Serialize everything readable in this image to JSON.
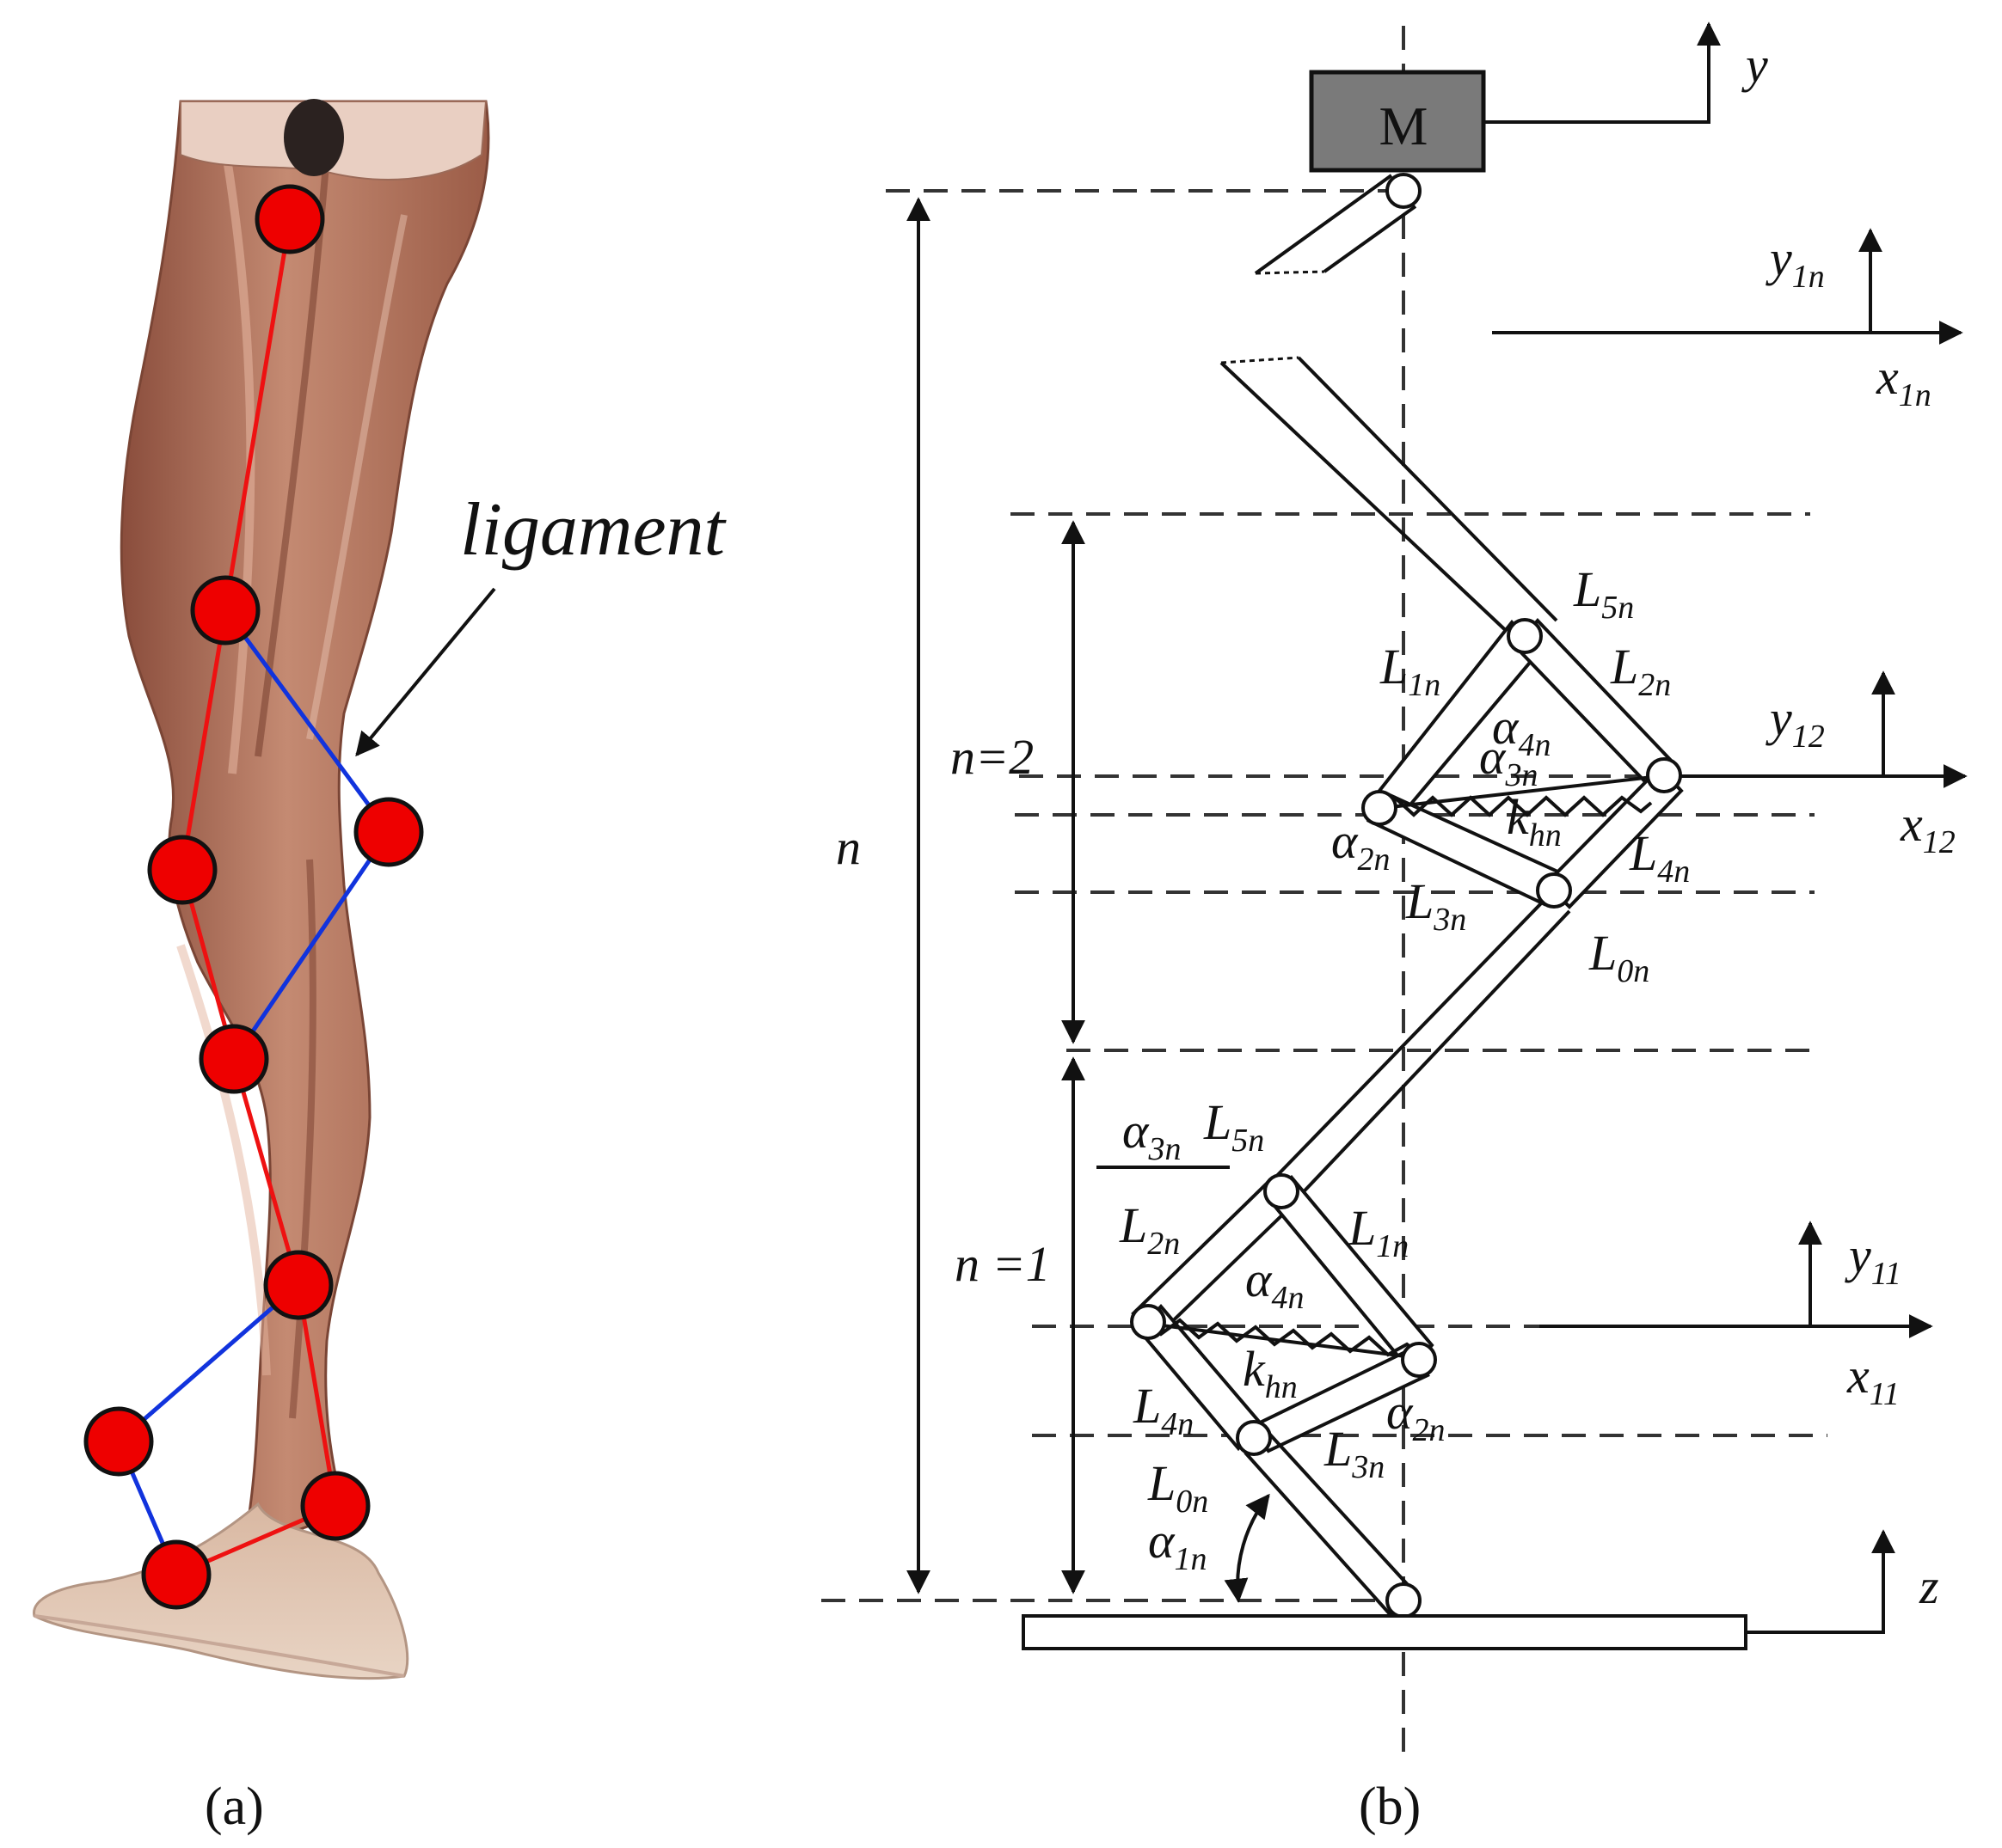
{
  "panel_a": {
    "caption": "(a)",
    "ligament_label": "ligament",
    "colors": {
      "bone_chain": "#ee1111",
      "ligament": "#1133dd",
      "joint_fill": "#ee0000",
      "skin": "#b57a60"
    }
  },
  "panel_b": {
    "caption": "(b)",
    "mass_label": "M",
    "axes": {
      "top": {
        "y": "y"
      },
      "frame1n": {
        "y_main": "y",
        "y_sub": "1n",
        "x_main": "x",
        "x_sub": "1n"
      },
      "frame12": {
        "y_main": "y",
        "y_sub": "12",
        "x_main": "x",
        "x_sub": "12"
      },
      "frame11": {
        "y_main": "y",
        "y_sub": "11",
        "x_main": "x",
        "x_sub": "11"
      },
      "ground": {
        "z": "z"
      }
    },
    "height_label": "n",
    "stage_labels": {
      "upper": "n=2",
      "lower": "n =1"
    },
    "upper_labels": {
      "L5": {
        "main": "L",
        "sub": "5n"
      },
      "L1": {
        "main": "L",
        "sub": "1n"
      },
      "L2": {
        "main": "L",
        "sub": "2n"
      },
      "a4": {
        "main": "α",
        "sub": "4n"
      },
      "a3": {
        "main": "α",
        "sub": "3n"
      },
      "k": {
        "main": "k",
        "sub": "hn"
      },
      "a2": {
        "main": "α",
        "sub": "2n"
      },
      "L4": {
        "main": "L",
        "sub": "4n"
      },
      "L3": {
        "main": "L",
        "sub": "3n"
      },
      "L0": {
        "main": "L",
        "sub": "0n"
      }
    },
    "lower_labels": {
      "a3": {
        "main": "α",
        "sub": "3n"
      },
      "L5": {
        "main": "L",
        "sub": "5n"
      },
      "L2": {
        "main": "L",
        "sub": "2n"
      },
      "L1": {
        "main": "L",
        "sub": "1n"
      },
      "a4": {
        "main": "α",
        "sub": "4n"
      },
      "k": {
        "main": "k",
        "sub": "hn"
      },
      "L4": {
        "main": "L",
        "sub": "4n"
      },
      "a2": {
        "main": "α",
        "sub": "2n"
      },
      "L3": {
        "main": "L",
        "sub": "3n"
      },
      "L0": {
        "main": "L",
        "sub": "0n"
      },
      "a1": {
        "main": "α",
        "sub": "1n"
      }
    },
    "colors": {
      "mass_fill": "#7a7a7a"
    }
  }
}
